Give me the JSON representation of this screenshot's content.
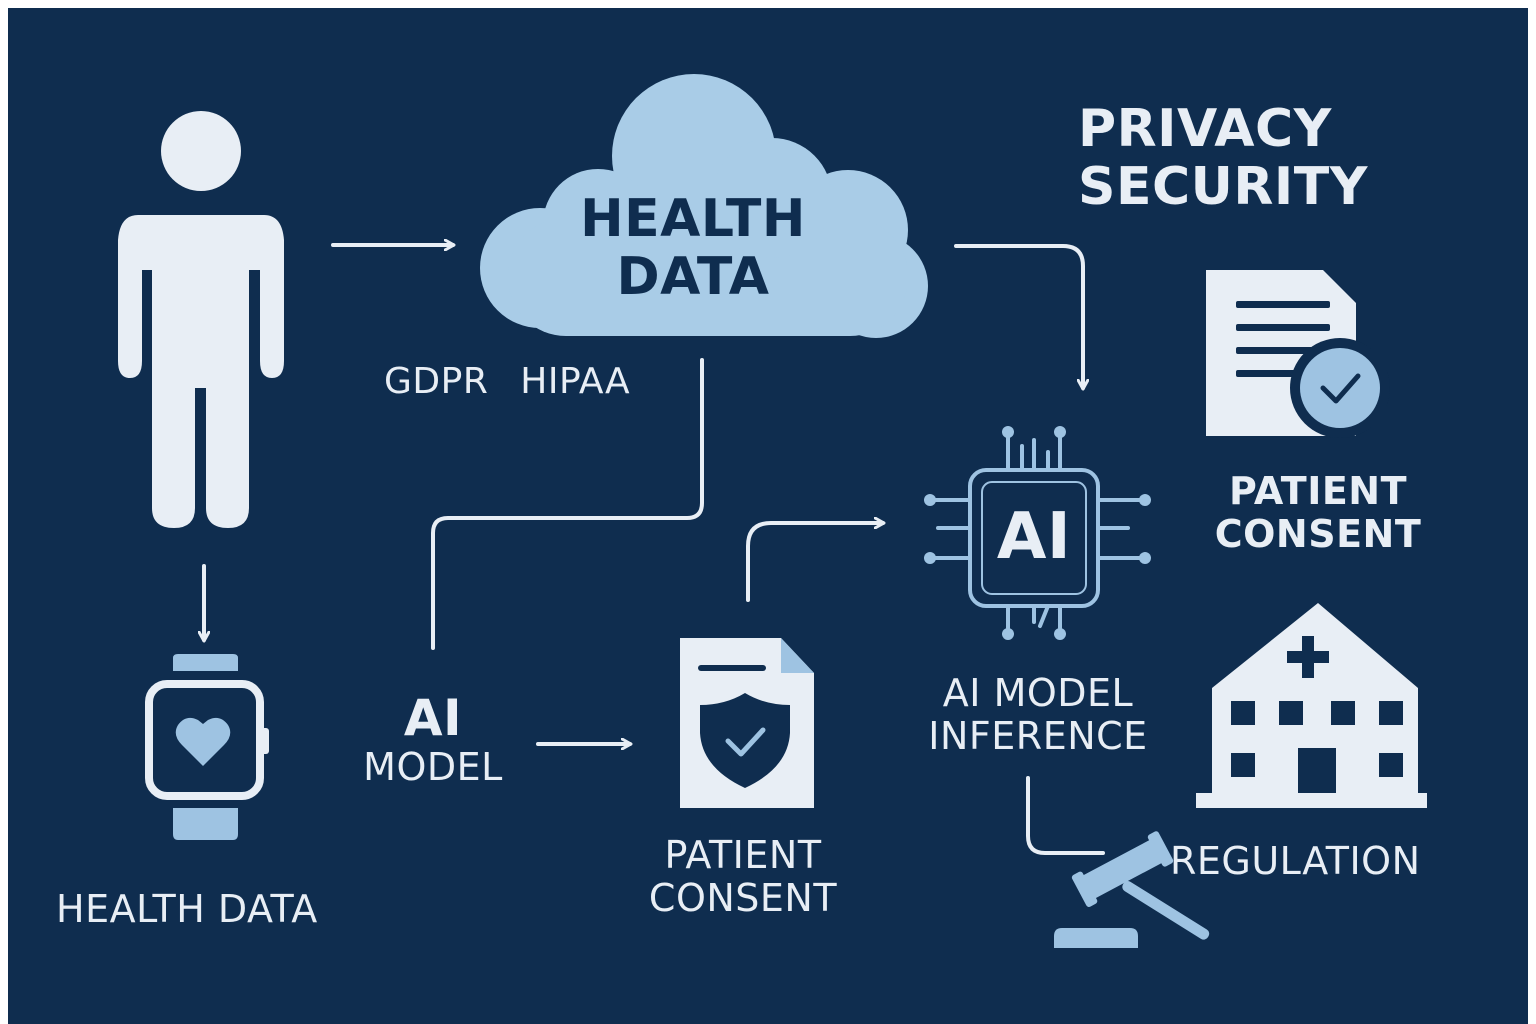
{
  "cloud": {
    "line1": "HEALTH",
    "line2": "DATA"
  },
  "regulations": {
    "gdpr": "GDPR",
    "hipaa": "HIPAA"
  },
  "privacy": {
    "line1": "PRIVACY",
    "line2": "SECURITY"
  },
  "ai_chip": {
    "label": "AI"
  },
  "ai_inference": {
    "line1": "AI MODEL",
    "line2": "INFERENCE"
  },
  "patient_consent_right": {
    "line1": "PATIENT",
    "line2": "CONSENT"
  },
  "patient_consent_center": {
    "line1": "PATIENT",
    "line2": "CONSENT"
  },
  "ai_model": {
    "line1": "AI",
    "line2": "MODEL"
  },
  "health_data_bottom": {
    "label": "HEALTH DATA"
  },
  "regulation": {
    "label": "REGULATION"
  },
  "colors": {
    "background": "#0f2d4f",
    "foreground": "#e8eef5",
    "accent": "#9ec3e2",
    "dark_text": "#0f2d4f"
  },
  "icons": [
    "person-icon",
    "smartwatch-icon",
    "heart-icon",
    "cloud-icon",
    "ai-chip-icon",
    "document-check-icon",
    "shield-document-icon",
    "hospital-icon",
    "gavel-icon"
  ]
}
